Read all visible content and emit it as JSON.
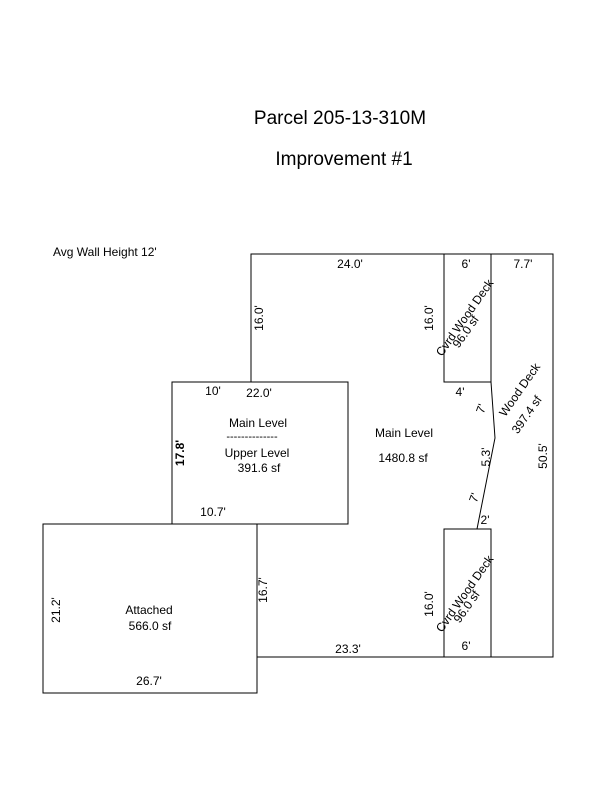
{
  "header": {
    "parcel": "Parcel 205-13-310M",
    "improvement": "Improvement #1"
  },
  "wall_height": "Avg Wall Height 12'",
  "main": {
    "label": "Main Level",
    "area": "1480.8 sf",
    "dims": {
      "top": "24.0'",
      "left_upper": "16.0'",
      "right": "50.5'",
      "bottom": "23.3'",
      "top_right": "7.7'"
    }
  },
  "upper": {
    "label_main": "Main Level",
    "divider": "--------------",
    "label_upper": "Upper Level",
    "area": "391.6 sf",
    "dims": {
      "top_left": "10'",
      "top": "22.0'",
      "left": "17.8'",
      "bottom": "10.7'"
    }
  },
  "attached": {
    "label": "Attached",
    "area": "566.0 sf",
    "dims": {
      "left": "21.2'",
      "bottom": "26.7'",
      "right": "16.7'"
    }
  },
  "deck_top": {
    "label": "Cvrd Wood Deck",
    "area": "96.0 sf",
    "dims": {
      "top": "6'",
      "left": "16.0'",
      "bottom": "4'"
    }
  },
  "deck_bottom": {
    "label": "Cvrd Wood Deck",
    "area": "96.0 sf",
    "dims": {
      "left": "16.0'",
      "bottom": "6'",
      "top": "2'"
    }
  },
  "wood_deck": {
    "label": "Wood Deck",
    "area": "397.4 sf",
    "dims": {
      "upper": "7'",
      "middle": "5.3'",
      "lower": "7'"
    }
  }
}
